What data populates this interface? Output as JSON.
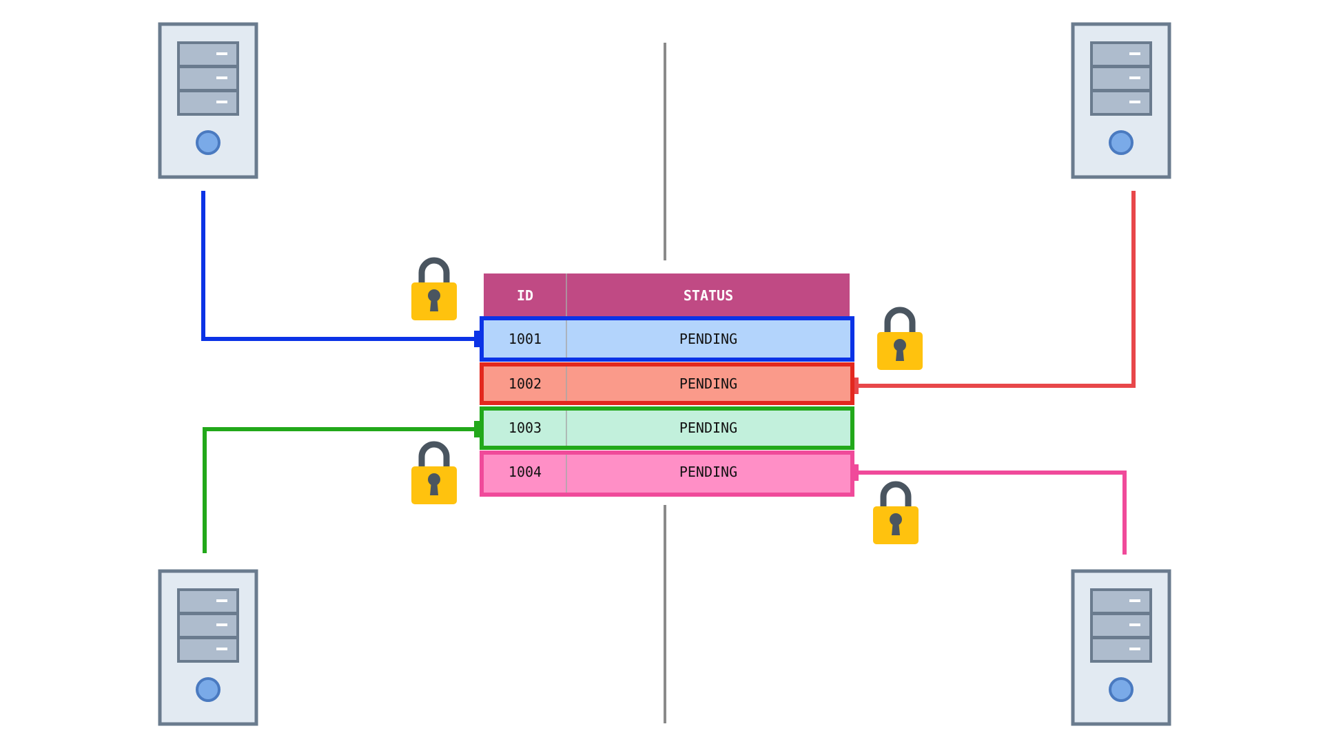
{
  "table": {
    "columns": [
      "ID",
      "STATUS"
    ],
    "header_color": "#c04a84",
    "rows": [
      {
        "id": "1001",
        "status": "PENDING",
        "fill": "#b3d4fc",
        "border": "#0b33e6"
      },
      {
        "id": "1002",
        "status": "PENDING",
        "fill": "#fa9a8a",
        "border": "#e3281e"
      },
      {
        "id": "1003",
        "status": "PENDING",
        "fill": "#c2f0dc",
        "border": "#22a81a"
      },
      {
        "id": "1004",
        "status": "PENDING",
        "fill": "#ff8fc6",
        "border": "#f04a9a"
      }
    ]
  },
  "servers": [
    {
      "name": "top-left",
      "icon": "server-icon"
    },
    {
      "name": "top-right",
      "icon": "server-icon"
    },
    {
      "name": "bottom-left",
      "icon": "server-icon"
    },
    {
      "name": "bottom-right",
      "icon": "server-icon"
    }
  ],
  "connections": [
    {
      "from": "top-left",
      "to_row": "1001",
      "color": "#0b33e6"
    },
    {
      "from": "top-right",
      "to_row": "1002",
      "color": "#e8474a"
    },
    {
      "from": "bottom-left",
      "to_row": "1003",
      "color": "#22a81a"
    },
    {
      "from": "bottom-right",
      "to_row": "1004",
      "color": "#f04a9a"
    }
  ],
  "icons": {
    "lock": "lock-icon",
    "lock_body_color": "#ffc20e",
    "lock_shackle_color": "#4a5560"
  }
}
